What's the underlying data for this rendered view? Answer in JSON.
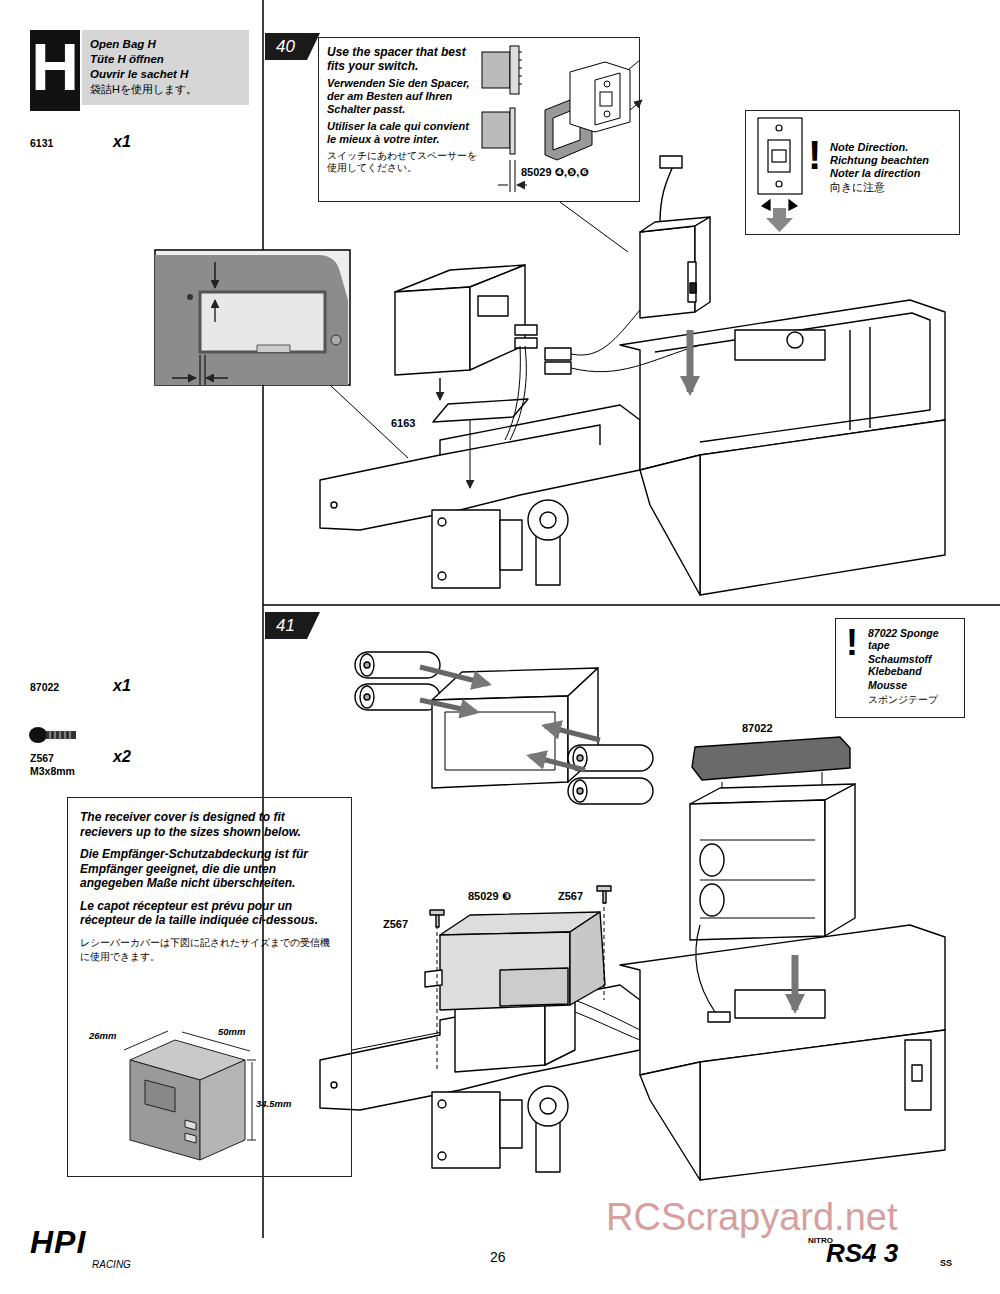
{
  "diagram": {
    "nodes": [
      {
        "text": [
          "H"
        ]
      },
      {
        "text": [
          "Open Bag H",
          "Tüte H öffnen",
          "Ouvrir le sachet H",
          "袋詰Hを使用します。"
        ]
      },
      {
        "text": [
          "40"
        ]
      },
      {
        "text": [
          "Use the spacer that best fits your switch.",
          "Verwenden Sie den Spacer, der am Besten auf Ihren Schalter passt.",
          "Utiliser la cale qui convient le mieux à votre inter.",
          "スイッチにあわせてスペーサーを使用してください。",
          "85029 ❹,❺,❻"
        ]
      },
      {
        "text": [
          "!",
          "Note Direction.",
          "Richtung beachten",
          "Noter la direction",
          "向きに注意"
        ]
      },
      {
        "text": [
          "41"
        ]
      },
      {
        "text": [
          "!",
          "87022 Sponge tape",
          "Schaumstoff Klebeband",
          "Mousse",
          "スポンジテープ"
        ]
      },
      {
        "text": [
          "The receiver cover is designed to fit recievers up to the sizes shown below.",
          "Die Empfänger-Schutzabdeckung ist für Empfänger geeignet, die die unten angegeben Maße nicht überschreiten.",
          "Le capot récepteur est prévu pour un récepteur de la taille indiquée ci-dessous.",
          "レシーバーカバーは下図に記されたサイズまでの受信機に使用できます。",
          "26mm",
          "50mm",
          "34.5mm"
        ]
      }
    ],
    "labels": [
      "6131",
      "x1",
      "6163",
      "87022",
      "x1",
      "Z567",
      "M3x8mm",
      "x2",
      "87022",
      "85029 ❸",
      "Z567",
      "Z567",
      "26",
      "RCScrapyard.net",
      "HPI",
      "RACING",
      "NITRO",
      "RS4 3",
      "SS"
    ]
  }
}
